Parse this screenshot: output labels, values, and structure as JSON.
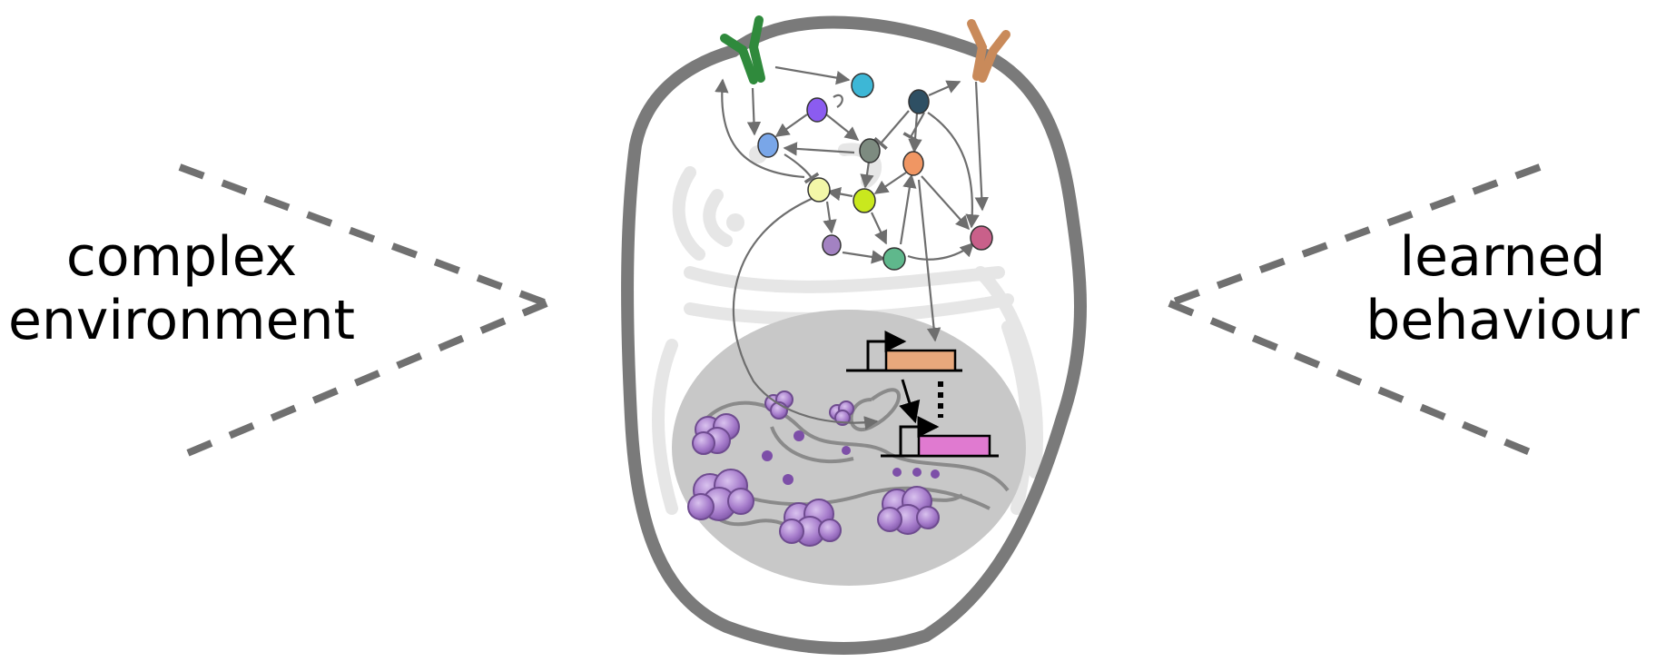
{
  "left_label": {
    "line1": "complex",
    "line2": "environment"
  },
  "right_label": {
    "line1": "learned",
    "line2": "behaviour"
  },
  "colors": {
    "membrane": "#7a7a7a",
    "organelle_ghost": "#e6e6e6",
    "nucleus": "#c8c8c8",
    "arrow_stroke": "#6e6e6e",
    "dashed_arrow": "#707070",
    "receptor_left": "#2f8a3c",
    "receptor_right": "#c98a5a",
    "gene_box_top": "#e8a87c",
    "gene_box_bottom": "#e07ad0",
    "chromatin": "#9b6bbf"
  },
  "nodes": [
    {
      "name": "cyan-node",
      "color": "#3db7d6"
    },
    {
      "name": "violet-node",
      "color": "#8b5cf0"
    },
    {
      "name": "dark-teal-node",
      "color": "#2e4f63"
    },
    {
      "name": "blue-node",
      "color": "#79a6e8"
    },
    {
      "name": "gray-green-node",
      "color": "#7d8b80"
    },
    {
      "name": "orange-node",
      "color": "#f09663"
    },
    {
      "name": "pale-yellow-node",
      "color": "#f3f7a8"
    },
    {
      "name": "lime-node",
      "color": "#c9e81e"
    },
    {
      "name": "pink-node",
      "color": "#c9608a"
    },
    {
      "name": "lavender-node",
      "color": "#a382c2"
    },
    {
      "name": "green-node",
      "color": "#5fb88c"
    }
  ]
}
